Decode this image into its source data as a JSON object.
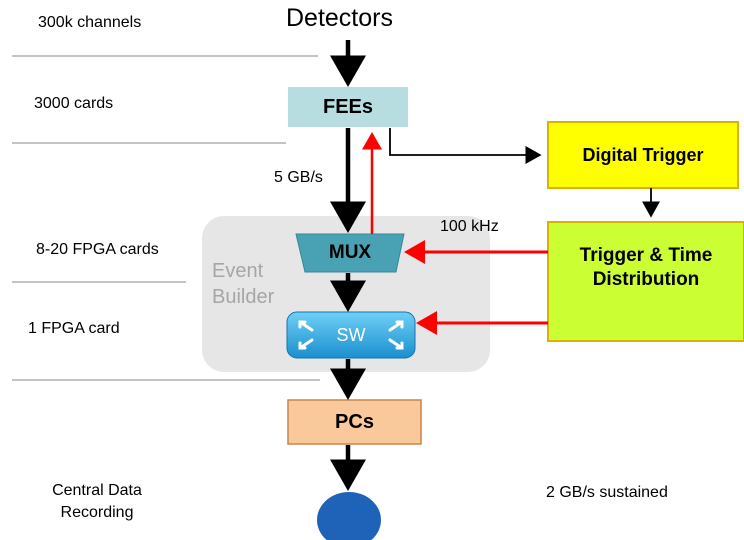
{
  "left_labels": {
    "channels": "300k channels",
    "cards": "3000 cards",
    "fpga_cards": "8-20 FPGA cards",
    "fpga_card": "1 FPGA card",
    "central_line1": "Central Data",
    "central_line2": "Recording"
  },
  "nodes": {
    "detectors": "Detectors",
    "fees": "FEEs",
    "mux": "MUX",
    "sw": "SW",
    "pcs": "PCs",
    "digital_trigger": "Digital Trigger",
    "ttd_line1": "Trigger & Time",
    "ttd_line2": "Distribution",
    "event_builder_line1": "Event",
    "event_builder_line2": "Builder"
  },
  "annotations": {
    "rate": "5 GB/s",
    "freq": "100 kHz",
    "sustained": "2 GB/s sustained"
  },
  "colors": {
    "fees_fill": "#b7dde1",
    "mux_fill": "#49a2b4",
    "sw_fill": "#2aa6df",
    "pcs_fill": "#f9c89b",
    "pcs_border": "#c8844a",
    "digital_trigger_fill": "#ffff00",
    "digital_trigger_border": "#d8b400",
    "ttd_fill": "#ccff33",
    "ttd_border": "#d8b400",
    "event_builder_fill": "#e6e6e6",
    "red_arrow": "#ff0000",
    "storage": "#1f63b8"
  }
}
